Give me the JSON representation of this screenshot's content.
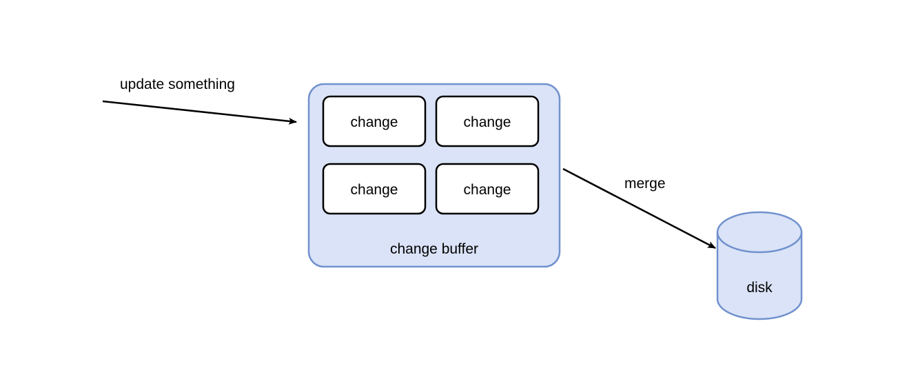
{
  "diagram": {
    "type": "block-flow-diagram",
    "background_color": "#ffffff",
    "palette": {
      "container_fill": "#dae3f7",
      "container_stroke": "#7191ce",
      "box_fill": "#ffffff",
      "box_stroke": "#000000",
      "edge_stroke": "#000000",
      "text_color": "#000000"
    },
    "container": {
      "name": "change buffer",
      "label": "change buffer",
      "items": [
        {
          "label": "change"
        },
        {
          "label": "change"
        },
        {
          "label": "change"
        },
        {
          "label": "change"
        }
      ]
    },
    "storage": {
      "label": "disk",
      "shape": "cylinder"
    },
    "edges": [
      {
        "label": "update something",
        "from": "external",
        "to": "change buffer"
      },
      {
        "label": "merge",
        "from": "change buffer",
        "to": "disk"
      }
    ]
  }
}
